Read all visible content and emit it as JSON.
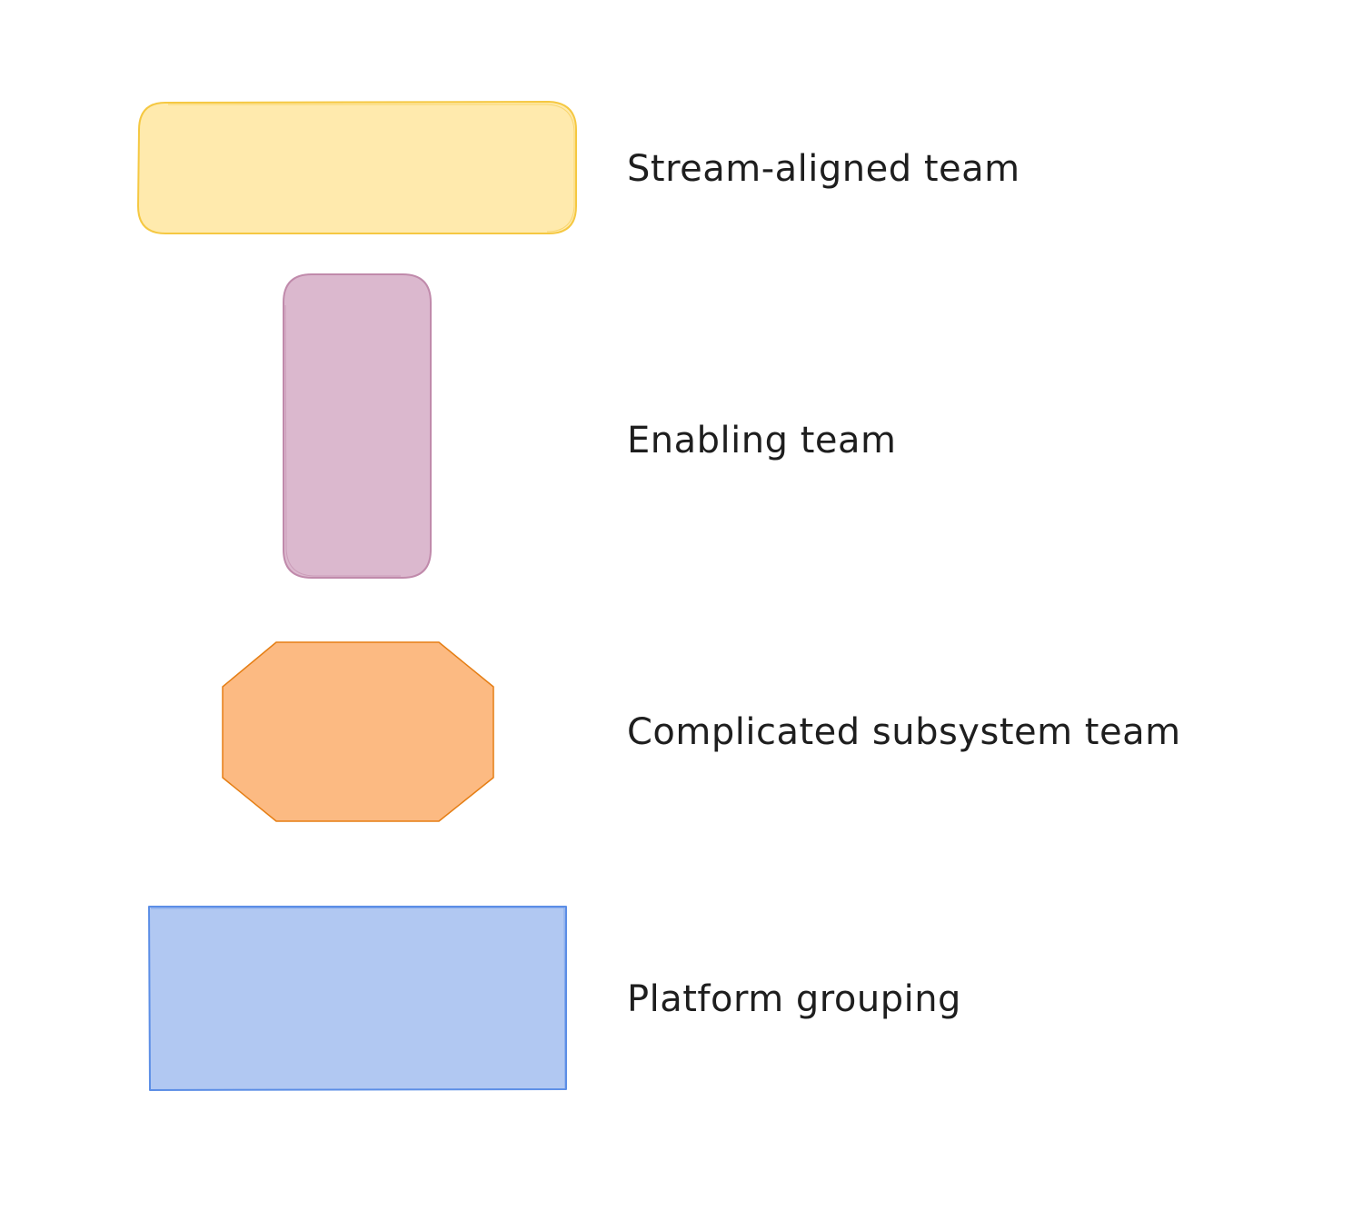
{
  "legend": {
    "items": [
      {
        "label": "Stream-aligned team",
        "shape": "wide-rounded-rectangle",
        "fill": "#ffeaad",
        "stroke": "#f5c842"
      },
      {
        "label": "Enabling team",
        "shape": "tall-rounded-rectangle",
        "fill": "#dbb8ce",
        "stroke": "#c08aab"
      },
      {
        "label": "Complicated subsystem team",
        "shape": "octagon",
        "fill": "#fcba82",
        "stroke": "#e57e14"
      },
      {
        "label": "Platform grouping",
        "shape": "rectangle",
        "fill": "#b1c8f2",
        "stroke": "#5c8ee6"
      }
    ]
  }
}
